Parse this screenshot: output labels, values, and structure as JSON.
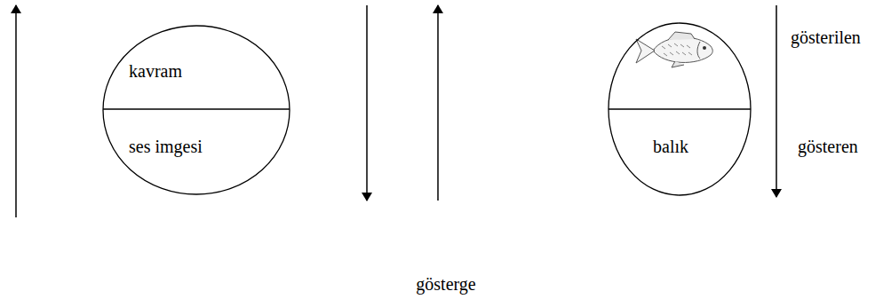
{
  "diagram": {
    "nodes": [
      {
        "text": [
          "kavram",
          "ses imgesi"
        ]
      },
      {
        "text": [
          "balık"
        ]
      }
    ],
    "labels": [
      "gösterilen",
      "gösteren",
      "gösterge"
    ]
  }
}
